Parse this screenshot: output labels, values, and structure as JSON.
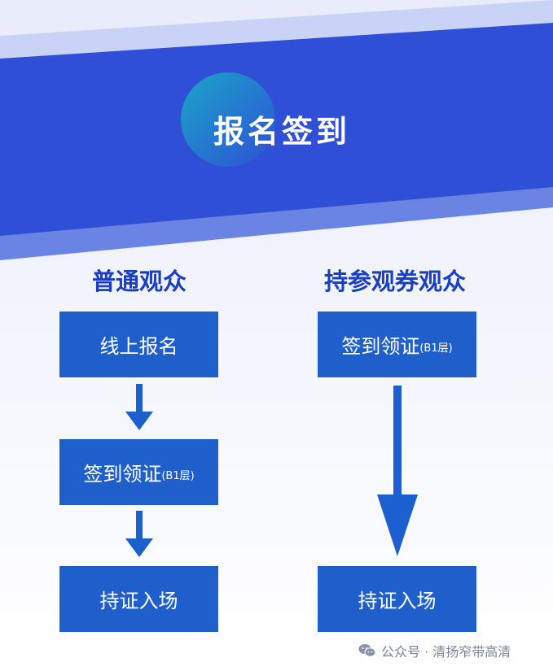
{
  "header": {
    "title": "报名签到"
  },
  "columns": [
    {
      "heading": "普通观众",
      "steps": [
        {
          "label": "线上报名",
          "note": ""
        },
        {
          "label": "签到领证",
          "note": "(B1层)"
        },
        {
          "label": "持证入场",
          "note": ""
        }
      ]
    },
    {
      "heading": "持参观券观众",
      "steps": [
        {
          "label": "签到领证",
          "note": "(B1层)"
        },
        {
          "label": "持证入场",
          "note": ""
        }
      ]
    }
  ],
  "footer": {
    "text": "公众号 · 清扬窄带高清",
    "icon": "wechat-icon"
  },
  "colors": {
    "banner": "#2e4fd6",
    "band": "#6a84e4",
    "box": "#1f5fcb",
    "heading": "#1c3fbf",
    "arrow": "#1c5fce"
  }
}
